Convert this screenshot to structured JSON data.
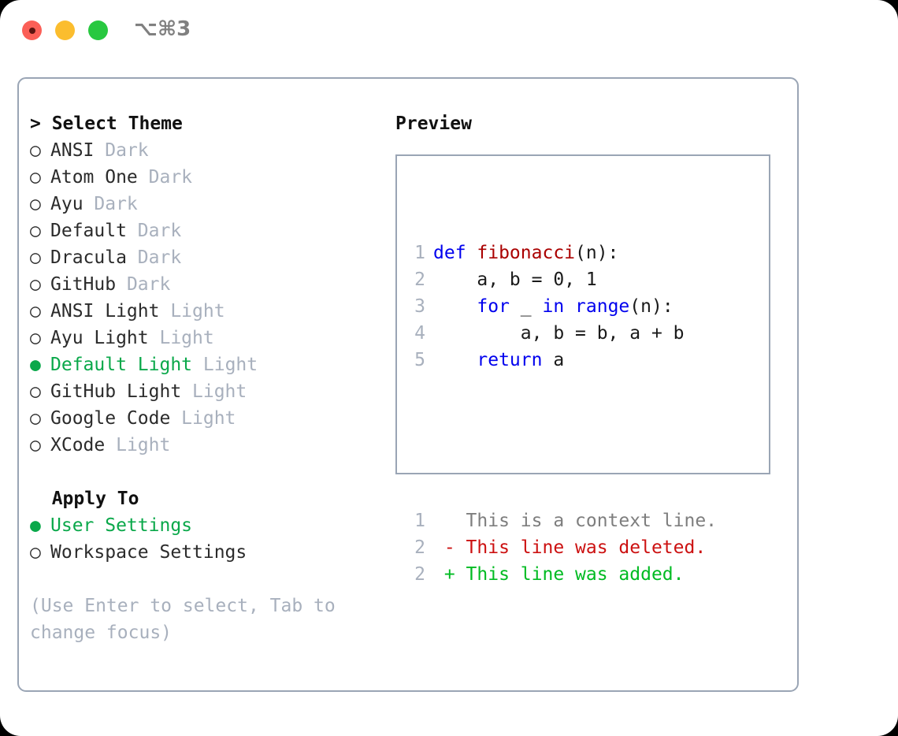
{
  "titlebar": {
    "shortcut": "⌥⌘3",
    "buttons": [
      "close",
      "minimize",
      "maximize"
    ]
  },
  "theme_picker": {
    "header": "> Select Theme",
    "items": [
      {
        "bullet": "○",
        "name": "ANSI",
        "tag": "Dark",
        "selected": false
      },
      {
        "bullet": "○",
        "name": "Atom One",
        "tag": "Dark",
        "selected": false
      },
      {
        "bullet": "○",
        "name": "Ayu",
        "tag": "Dark",
        "selected": false
      },
      {
        "bullet": "○",
        "name": "Default",
        "tag": "Dark",
        "selected": false
      },
      {
        "bullet": "○",
        "name": "Dracula",
        "tag": "Dark",
        "selected": false
      },
      {
        "bullet": "○",
        "name": "GitHub",
        "tag": "Dark",
        "selected": false
      },
      {
        "bullet": "○",
        "name": "ANSI Light",
        "tag": "Light",
        "selected": false
      },
      {
        "bullet": "○",
        "name": "Ayu Light",
        "tag": "Light",
        "selected": false
      },
      {
        "bullet": "●",
        "name": "Default Light",
        "tag": "Light",
        "selected": true
      },
      {
        "bullet": "○",
        "name": "GitHub Light",
        "tag": "Light",
        "selected": false
      },
      {
        "bullet": "○",
        "name": "Google Code",
        "tag": "Light",
        "selected": false
      },
      {
        "bullet": "○",
        "name": "XCode",
        "tag": "Light",
        "selected": false
      }
    ]
  },
  "apply_to": {
    "header": "  Apply To",
    "items": [
      {
        "bullet": "●",
        "name": "User Settings",
        "selected": true
      },
      {
        "bullet": "○",
        "name": "Workspace Settings",
        "selected": false
      }
    ]
  },
  "hint": "(Use Enter to select, Tab to change focus)",
  "preview": {
    "title": "Preview",
    "code_lines": [
      {
        "num": "1",
        "tokens": [
          {
            "t": "def ",
            "c": "kw"
          },
          {
            "t": "fibonacci",
            "c": "fn"
          },
          {
            "t": "(n):",
            "c": "txt"
          }
        ]
      },
      {
        "num": "2",
        "tokens": [
          {
            "t": "    a, b = 0, 1",
            "c": "txt"
          }
        ]
      },
      {
        "num": "3",
        "tokens": [
          {
            "t": "    ",
            "c": "txt"
          },
          {
            "t": "for",
            "c": "kw"
          },
          {
            "t": " _ ",
            "c": "txt"
          },
          {
            "t": "in",
            "c": "kw"
          },
          {
            "t": " ",
            "c": "txt"
          },
          {
            "t": "range",
            "c": "kw"
          },
          {
            "t": "(n):",
            "c": "txt"
          }
        ]
      },
      {
        "num": "4",
        "tokens": [
          {
            "t": "        a, b = b, a + b",
            "c": "txt"
          }
        ]
      },
      {
        "num": "5",
        "tokens": [
          {
            "t": "    ",
            "c": "txt"
          },
          {
            "t": "return",
            "c": "kw"
          },
          {
            "t": " a",
            "c": "txt"
          }
        ]
      }
    ],
    "diff_lines": [
      {
        "num": "1",
        "marker": "  ",
        "text": "This is a context line.",
        "kind": "ctx"
      },
      {
        "num": "2",
        "marker": "- ",
        "text": "This line was deleted.",
        "kind": "del"
      },
      {
        "num": "2",
        "marker": "+ ",
        "text": "This line was added.",
        "kind": "add"
      }
    ]
  },
  "colors": {
    "accent_green": "#0aa84a",
    "diff_add": "#00bb22",
    "diff_del": "#cc1111",
    "keyword_blue": "#0000ee",
    "function_red": "#aa0000",
    "muted_gray": "#a8b0bd",
    "border": "#9aa5b5"
  }
}
